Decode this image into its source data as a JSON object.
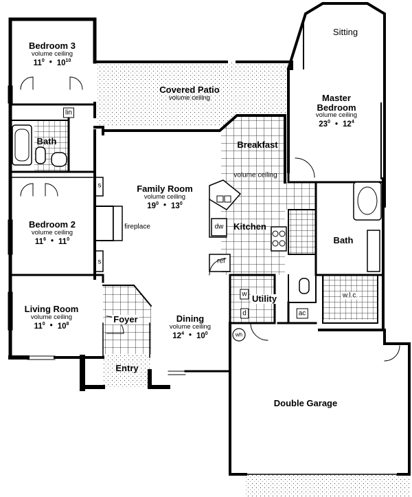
{
  "rooms": {
    "bedroom3": {
      "name": "Bedroom 3",
      "ceiling": "volume ceiling",
      "w": "11",
      "w_in": "0",
      "d": "10",
      "d_in": "10"
    },
    "covered_patio": {
      "name": "Covered Patio",
      "ceiling": "volume ceiling"
    },
    "sitting": {
      "name": "Sitting"
    },
    "master": {
      "name": "Master Bedroom",
      "ceiling": "volume ceiling",
      "w": "23",
      "w_in": "0",
      "d": "12",
      "d_in": "4"
    },
    "bath_left": {
      "name": "Bath"
    },
    "lin": {
      "name": "lin"
    },
    "breakfast": {
      "name": "Breakfast",
      "ceiling": "volume ceiling"
    },
    "family": {
      "name": "Family Room",
      "ceiling": "volume ceiling",
      "w": "19",
      "w_in": "0",
      "d": "13",
      "d_in": "0"
    },
    "bedroom2": {
      "name": "Bedroom 2",
      "ceiling": "volume ceiling",
      "w": "11",
      "w_in": "6",
      "d": "11",
      "d_in": "0"
    },
    "kitchen": {
      "name": "Kitchen"
    },
    "bath_master": {
      "name": "Bath"
    },
    "living": {
      "name": "Living Room",
      "ceiling": "volume ceiling",
      "w": "11",
      "w_in": "0",
      "d": "10",
      "d_in": "8"
    },
    "foyer": {
      "name": "Foyer"
    },
    "dining": {
      "name": "Dining",
      "ceiling": "volume ceiling",
      "w": "12",
      "w_in": "4",
      "d": "10",
      "d_in": "0"
    },
    "utility": {
      "name": "Utility"
    },
    "entry": {
      "name": "Entry"
    },
    "garage": {
      "name": "Double Garage"
    }
  },
  "fixtures": {
    "fireplace": "fireplace",
    "shelf1": "s",
    "shelf2": "s",
    "dw": "dw",
    "ref": "ref",
    "w": "w",
    "d": "d",
    "wlc": "w.l.c.",
    "ac": "ac",
    "wh": "wh"
  }
}
